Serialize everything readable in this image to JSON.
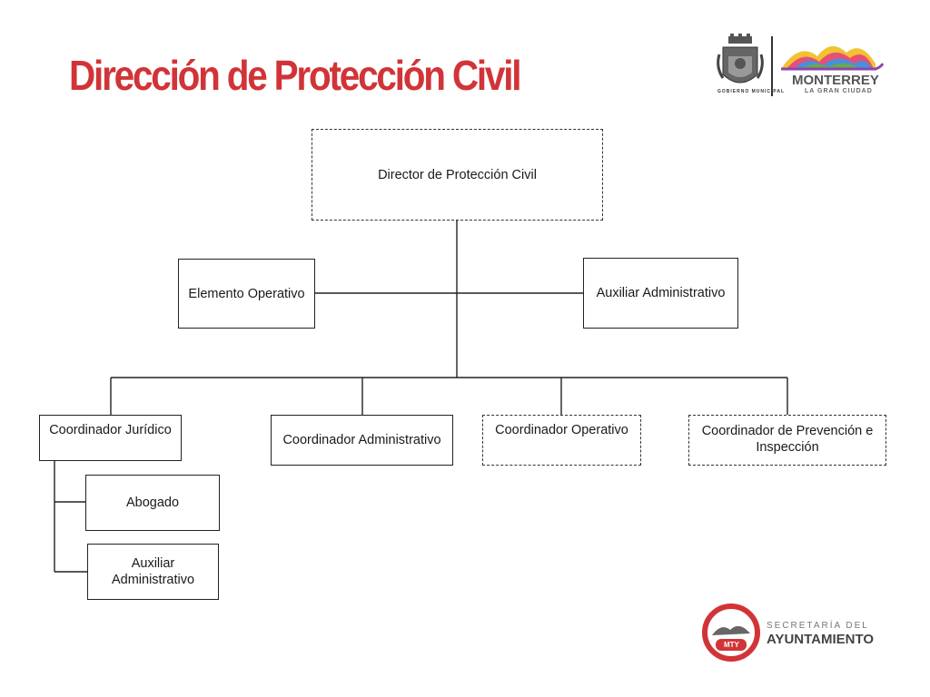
{
  "page": {
    "title": "Dirección de Protección Civil",
    "title_color": "#d13438"
  },
  "org_chart": {
    "director": "Director de Protección Civil",
    "elemento_operativo": "Elemento Operativo",
    "auxiliar_administrativo_top": "Auxiliar Administrativo",
    "coordinador_juridico": "Coordinador Jurídico",
    "coordinador_administrativo": "Coordinador Administrativo",
    "coordinador_operativo": "Coordinador Operativo",
    "coordinador_prevencion": "Coordinador de Prevención e Inspección",
    "abogado": "Abogado",
    "auxiliar_administrativo_juridico": "Auxiliar Administrativo"
  },
  "logos": {
    "gobierno_municipal": "GOBIERNO MUNICIPAL",
    "monterrey": "MONTERREY",
    "monterrey_subtitle": "LA GRAN CIUDAD",
    "mty": "MTY",
    "secretaria_del": "SECRETARÍA DEL",
    "ayuntamiento": "AYUNTAMIENTO"
  }
}
